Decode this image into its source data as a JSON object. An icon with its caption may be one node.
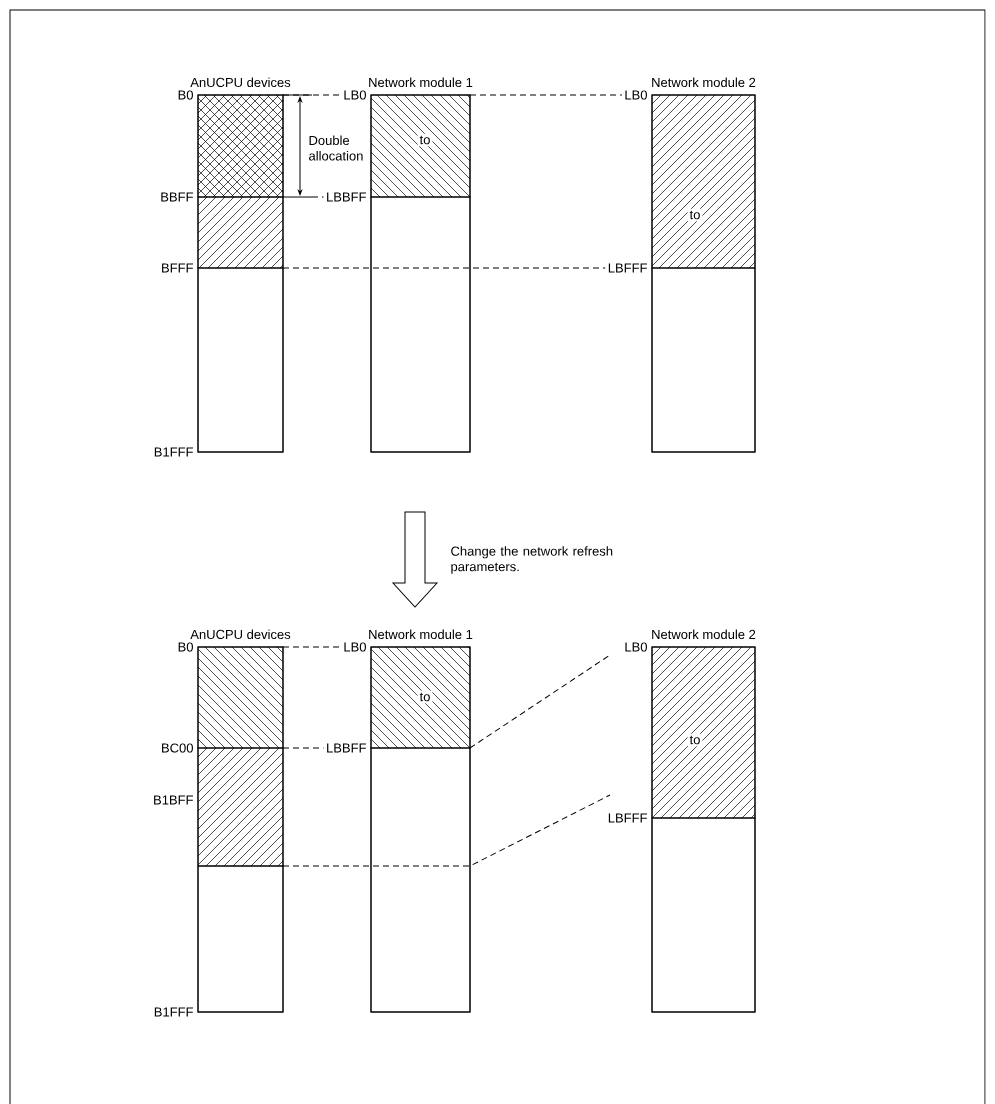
{
  "diagram": {
    "nodes": [
      {
        "text": [
          "AnUCPU devices"
        ]
      },
      {
        "text": [],
        "shape": "box",
        "in": 0
      },
      {
        "text": [],
        "shape": "box",
        "in": 0
      },
      {
        "text": [],
        "shape": "box",
        "in": 0
      },
      {
        "text": [
          "Network module 1"
        ]
      },
      {
        "text": [
          "to"
        ],
        "in": 4
      },
      {
        "text": [],
        "shape": "box",
        "in": 4
      },
      {
        "text": [
          "Network module 2"
        ]
      },
      {
        "text": [
          "to"
        ],
        "in": 7
      },
      {
        "text": [],
        "shape": "box",
        "in": 7
      },
      {
        "text": [
          "AnUCPU devices"
        ]
      },
      {
        "text": [],
        "shape": "box",
        "in": 10
      },
      {
        "text": [],
        "shape": "box",
        "in": 10
      },
      {
        "text": [],
        "shape": "box",
        "in": 10
      },
      {
        "text": [
          "Network module 1"
        ]
      },
      {
        "text": [
          "to"
        ],
        "in": 14
      },
      {
        "text": [],
        "shape": "box",
        "in": 14
      },
      {
        "text": [
          "Network module 2"
        ]
      },
      {
        "text": [
          "to"
        ],
        "in": 17
      },
      {
        "text": [],
        "shape": "box",
        "in": 17
      }
    ],
    "labels": [
      "B0",
      "LB0",
      "LB0",
      "Double allocation",
      "BBFF",
      "LBBFF",
      "BFFF",
      "LBFFF",
      "B1FFF",
      "Change the network refresh parameters.",
      "B0",
      "LB0",
      "LB0",
      "BC00",
      "LBBFF",
      "B1BFF",
      "LBFFF",
      "B1FFF"
    ]
  }
}
